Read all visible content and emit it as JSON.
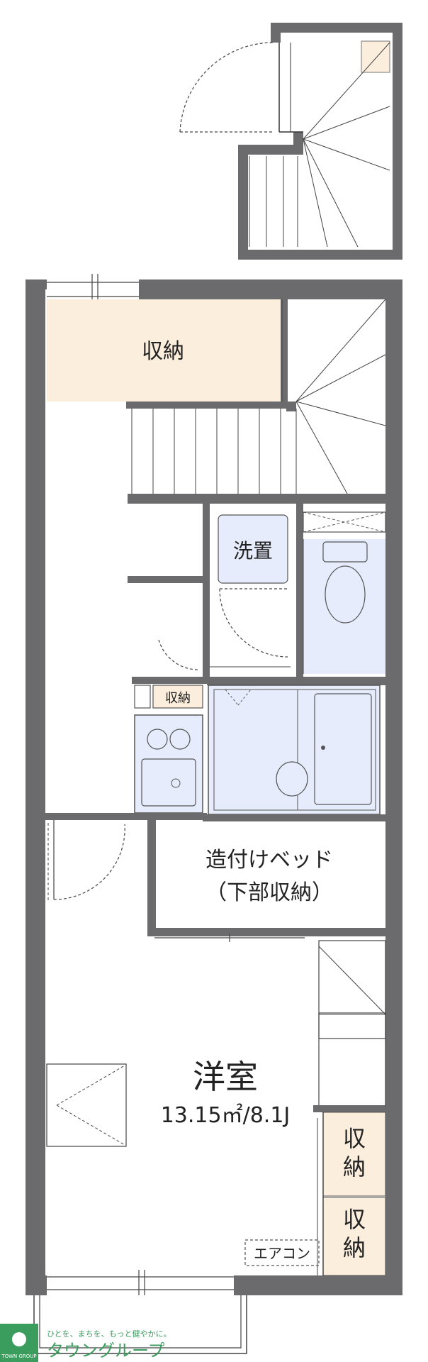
{
  "rooms": {
    "storage_top": "収納",
    "laundry": "洗置",
    "storage_small": "収納",
    "built_in_bed_line1": "造付けベッド",
    "built_in_bed_line2": "（下部収納）",
    "western_room": "洋室",
    "western_room_size": "13.15㎡/8.1J",
    "storage_right_1_top": "収",
    "storage_right_1_bottom": "納",
    "storage_right_2_top": "収",
    "storage_right_2_bottom": "納",
    "air_conditioner": "エアコン"
  },
  "logo": {
    "tagline": "ひとを、まちを、もっと健やかに。",
    "name": "タウングループ",
    "badge": "TOWN GROUP"
  },
  "colors": {
    "wall": "#6b6b6e",
    "storage_fill": "#fbeedd",
    "wet_area_fill": "#e6ecfb",
    "logo_green": "#3a9d5d"
  }
}
